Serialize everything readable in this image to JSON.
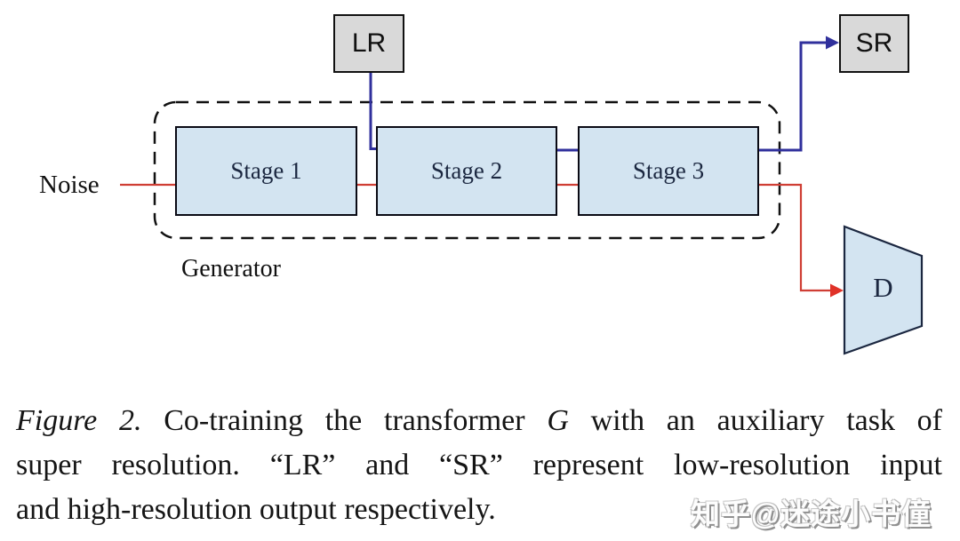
{
  "figure": {
    "lr_label": "LR",
    "sr_label": "SR",
    "noise_label": "Noise",
    "generator_label": "Generator",
    "discriminator_label": "D",
    "stages": [
      {
        "label": "Stage 1"
      },
      {
        "label": "Stage 2"
      },
      {
        "label": "Stage 3"
      }
    ],
    "colors": {
      "stage_fill": "#d3e4f1",
      "io_box_fill": "#d9d9d9",
      "flow_blue": "#30309c",
      "flow_red": "#cf3e34",
      "outline": "#111111"
    }
  },
  "caption": {
    "figure_label": "Figure 2.",
    "line1_pre": "Co-training the transformer",
    "g_symbol": "G",
    "line1_post": "with an auxiliary task of",
    "line2": "super resolution. “LR” and “SR” represent low-resolution input",
    "line3": "and high-resolution output respectively."
  },
  "watermark": "知乎@迷途小书僮"
}
